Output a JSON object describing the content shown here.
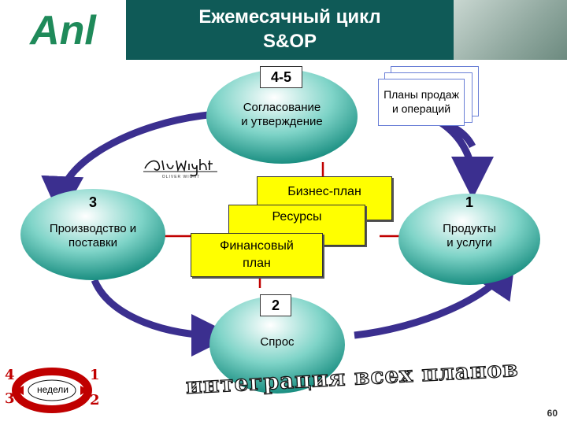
{
  "header": {
    "logo_text": "Anl",
    "title_line1": "Ежемесячный цикл",
    "title_line2": "S&OP"
  },
  "nodes": {
    "top": {
      "tag": "4-5",
      "label_line1": "Согласование",
      "label_line2": "и утверждение"
    },
    "left": {
      "tag": "3",
      "label_line1": "Производство и",
      "label_line2": "поставки"
    },
    "right": {
      "tag": "1",
      "label_line1": "Продукты",
      "label_line2": "и услуги"
    },
    "bottom": {
      "tag": "2",
      "label": "Спрос"
    }
  },
  "plans_doc": {
    "line1": "Планы продаж",
    "line2": "и операций"
  },
  "stack": {
    "business_plan": "Бизнес-план",
    "resources": "Ресурсы",
    "financial_line1": "Финансовый",
    "financial_line2": "план"
  },
  "signature_logo": {
    "text": "Oliver Wight",
    "sub": "OLIVER WIGHT"
  },
  "weeks_logo": {
    "label": "недели",
    "n1": "1",
    "n2": "2",
    "n3": "3",
    "n4": "4"
  },
  "integration_text": "интеграция всех планов",
  "page_number": "60",
  "colors": {
    "header_bg": "#0f5a57",
    "node_gradient_light": "#ffffff",
    "node_gradient_dark": "#2a9d8f",
    "arrow": "#3b2f8f",
    "plan_box": "#ffff00",
    "weeks_red": "#c00000"
  }
}
